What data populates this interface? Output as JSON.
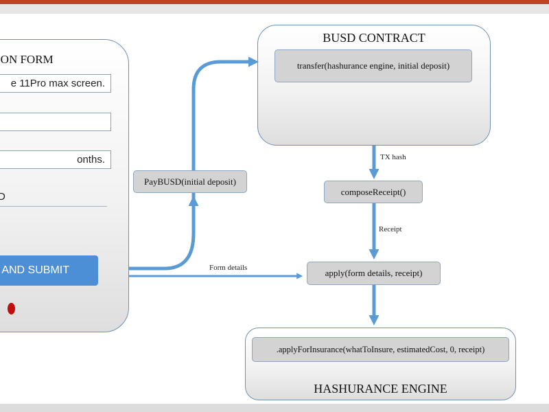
{
  "form": {
    "title": "ION FORM",
    "field_1": "e 11Pro max screen.",
    "field_2": "",
    "field_3": "onths.",
    "field_4": "D",
    "submit_label": "AND SUBMIT"
  },
  "busd_contract": {
    "title": "BUSD CONTRACT",
    "transfer": "transfer(hashurance engine, initial deposit)"
  },
  "nodes": {
    "pay_busd": "PayBUSD(initial deposit)",
    "compose_receipt": "composeReceipt()",
    "apply": "apply(form details, receipt)"
  },
  "edges": {
    "tx_hash": "TX hash",
    "receipt": "Receipt",
    "form_details": "Form details"
  },
  "engine": {
    "title": "HASHURANCE ENGINE",
    "apply_for_insurance": ".applyForInsurance(whatToInsure, estimatedCost, 0, receipt)"
  },
  "colors": {
    "arrow": "#5b9bd5",
    "node_fill": "#d3d3d3",
    "button": "#4d8fd6",
    "record_dot": "#c20d0d",
    "top_bar": "#c0402a"
  }
}
